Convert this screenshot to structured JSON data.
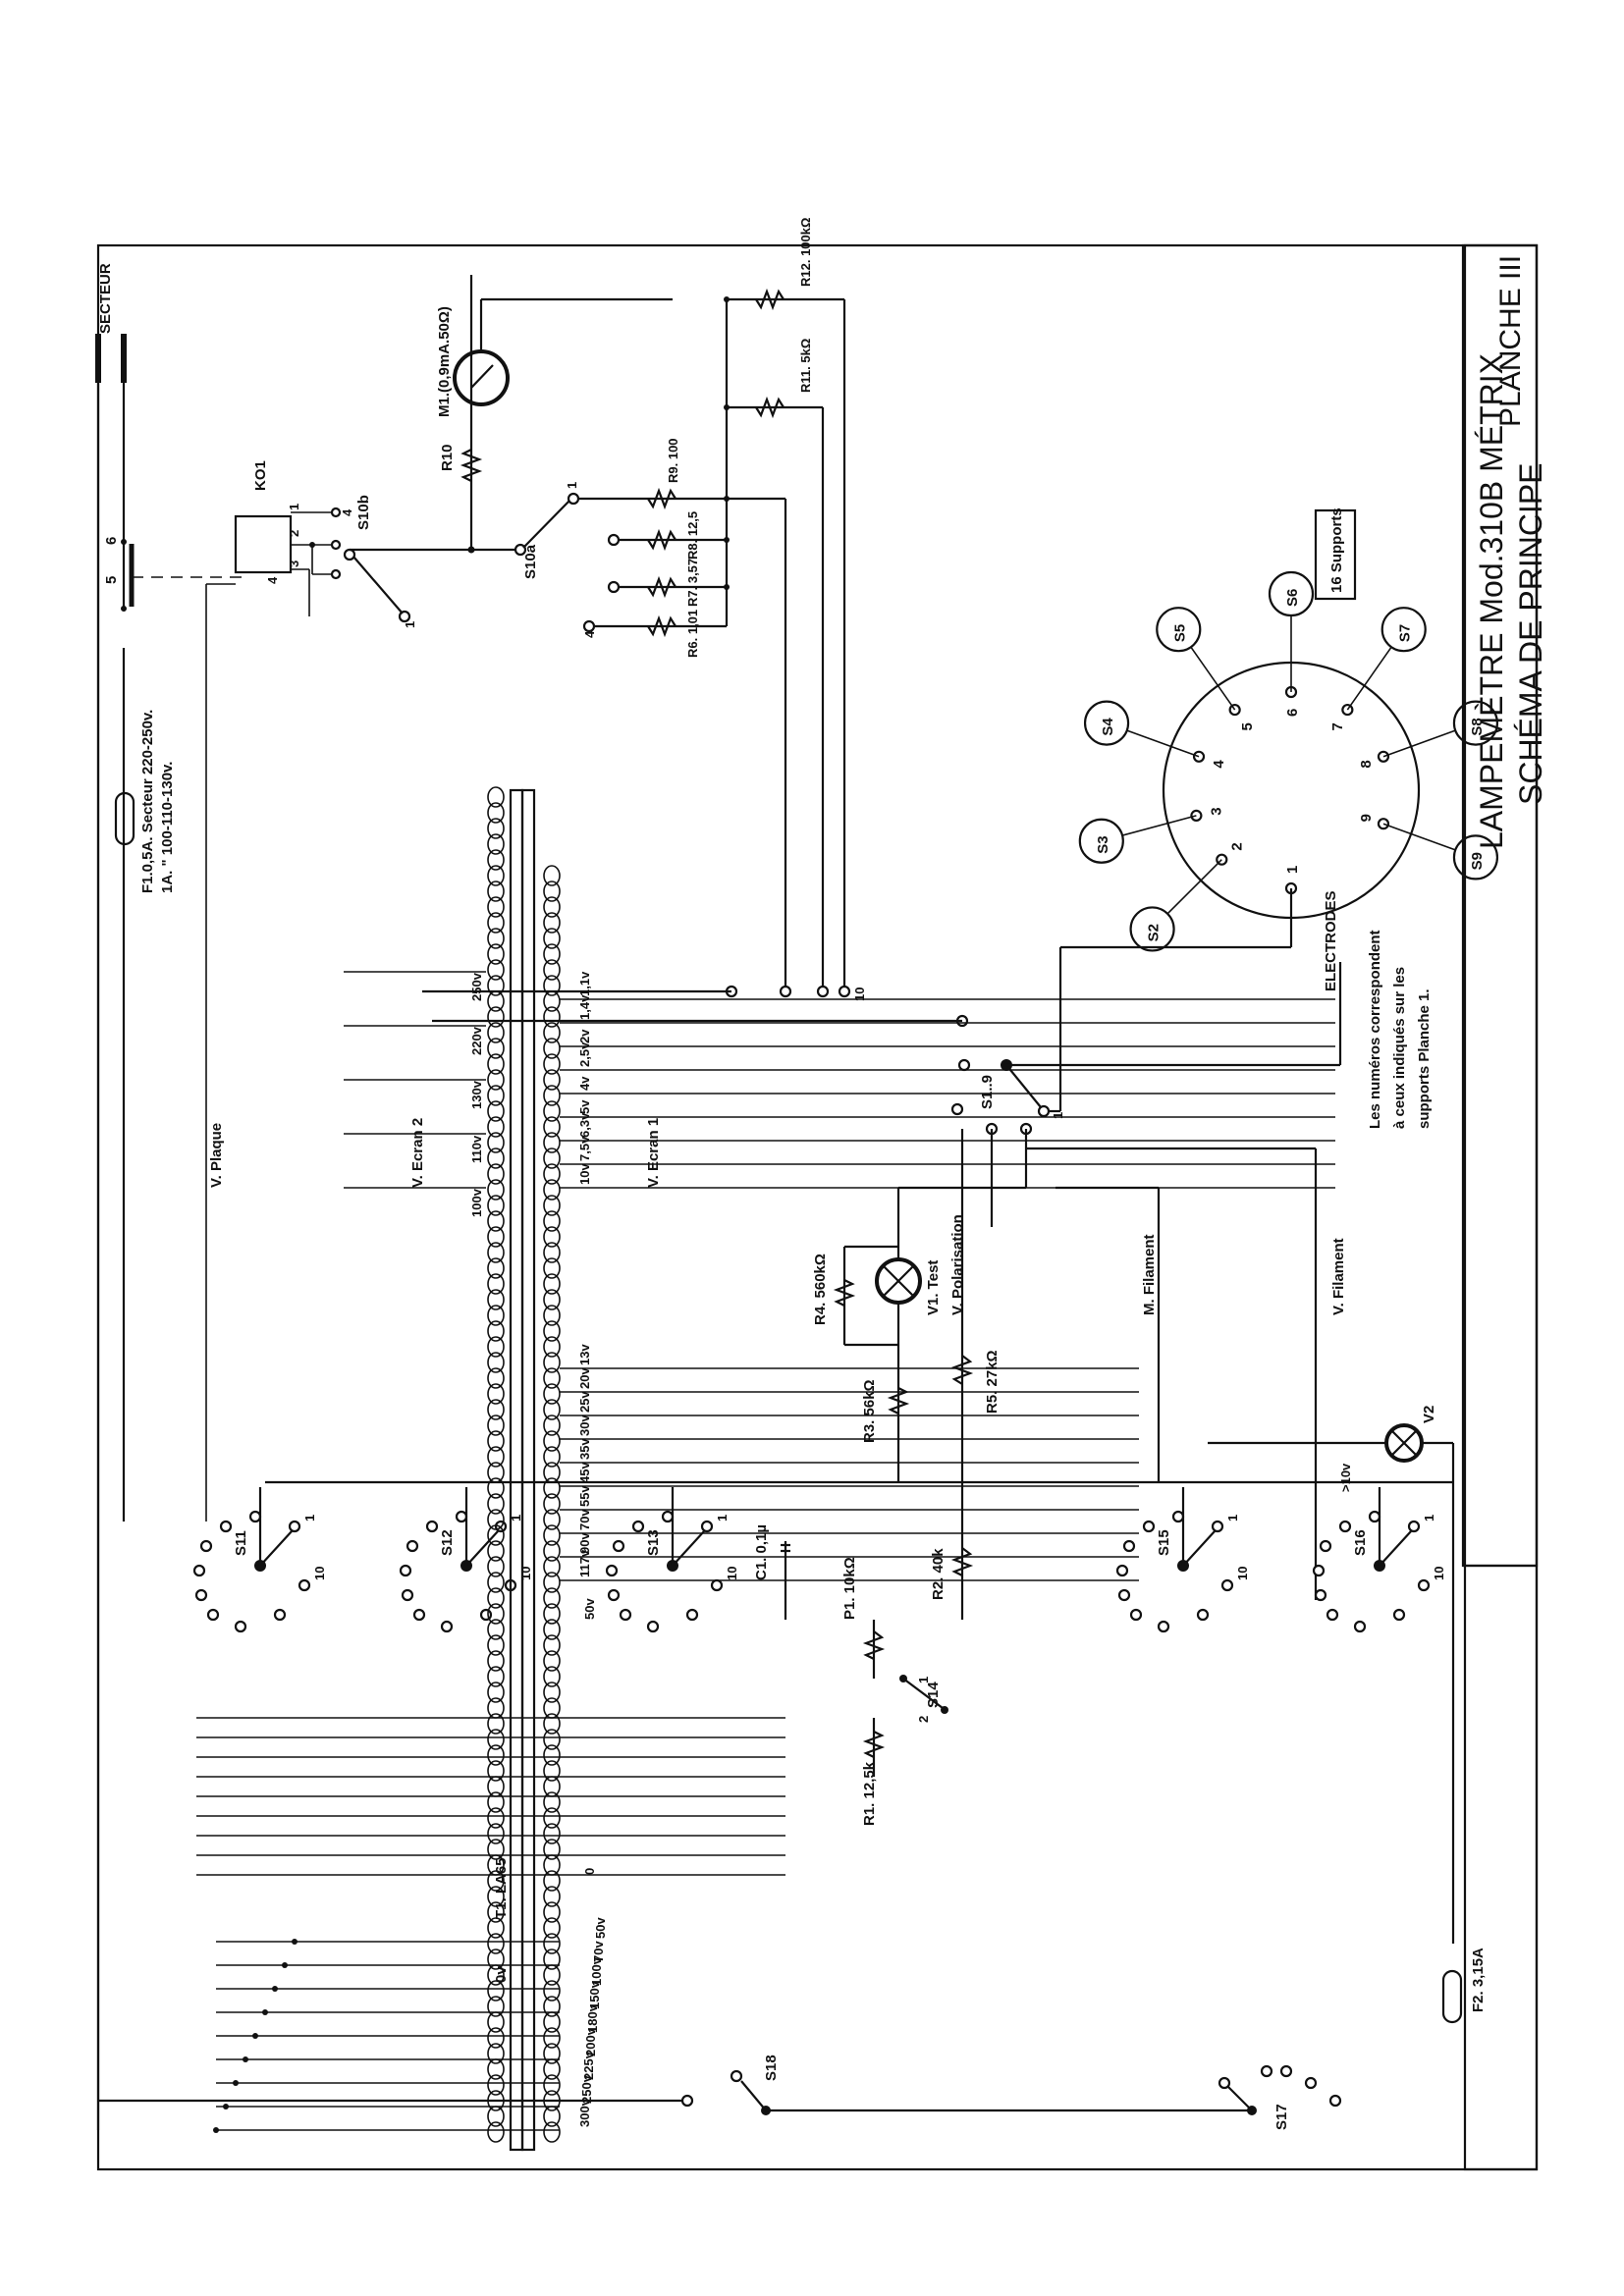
{
  "title_block": {
    "plate": "PLANCHE III",
    "title_line1": "LAMPEMÈTRE  Mod.310B MÉTRIX",
    "title_line2": "SCHÉMA DE PRINCIPE"
  },
  "mains": {
    "label": "SECTEUR",
    "contact_5": "5",
    "contact_6": "6",
    "fuse_f1": "F1.0,5A. Secteur 220-250v.",
    "fuse_f1_alt": "1A.   \"      100-110-130v."
  },
  "relay": {
    "label": "KO1",
    "pins": [
      "1",
      "2",
      "3",
      "4"
    ],
    "out_4": "4"
  },
  "meter": {
    "m1": "M1.(0,9mA.50Ω)",
    "r10": "R10",
    "s10a": "S10a",
    "s10b": "S10b",
    "s10a_pos1": "1",
    "s10a_pos4": "4",
    "s10b_pos1": "1",
    "r12": "R12. 100kΩ",
    "r11": "R11. 5kΩ",
    "r9": "R9. 100",
    "r8": "R8. 12,5",
    "r7": "R7. 3,57",
    "r6": "R6. 1,01"
  },
  "selector_s1_9": {
    "label": "S1..9",
    "pos1": "1",
    "pos10": "10"
  },
  "socket": {
    "title": "ELECTRODES",
    "note_line1": "Les numéros correspondent",
    "note_line2": "à ceux indiqués sur les",
    "note_line3": "supports Planche 1.",
    "supports_box": "16 Supports",
    "pins": [
      "1",
      "2",
      "3",
      "4",
      "5",
      "6",
      "7",
      "8",
      "9"
    ],
    "switches": [
      "S2",
      "S3",
      "S4",
      "S5",
      "S6",
      "S7",
      "S8",
      "S9"
    ]
  },
  "test_circuit": {
    "v_polarisation": "V. Polarisation",
    "r4": "R4. 560kΩ",
    "v1": "V1. Test",
    "r3": "R3. 56kΩ",
    "r5": "R5. 27kΩ",
    "m_filament": "M. Filament",
    "v_filament": "V. Filament",
    "v2": "V2",
    "v_ecran1": "V. Ecran 1",
    "v_ecran2": "V. Ecran 2",
    "v_plaque": "V. Plaque"
  },
  "voltage_switches": {
    "s11": "S11",
    "s12": "S12",
    "s13": "S13",
    "s14": "S14",
    "s15": "S15",
    "s16": "S16",
    "s17": "S17",
    "s18": "S18",
    "pos1": "1",
    "pos2": "2",
    "pos10": "10",
    "s16_note": ">10v",
    "c1": "C1. 0,1µ",
    "p1": "P1. 10kΩ",
    "r2": "R2. 40k",
    "r1": "R1. 12,5k"
  },
  "transformer": {
    "label": "T1. LA65",
    "primary_zero": "0v",
    "primary_taps": [
      "100v",
      "110v",
      "130v",
      "220v",
      "250v"
    ],
    "ht_taps": [
      "300v",
      "250v",
      "225v",
      "200v",
      "180v",
      "150v",
      "100v",
      "70v",
      "50v"
    ],
    "ht_zero": "0",
    "ht_neg": "50v",
    "mid_taps": [
      "117v",
      "90v",
      "70v",
      "55v",
      "45v",
      "35v",
      "30v",
      "25v",
      "20v",
      "13v"
    ],
    "fil_taps": [
      "10v",
      "7,5v",
      "6,3v",
      "5v",
      "4v",
      "2,5v",
      "2v",
      "1,4v",
      "1,1v"
    ],
    "fuse_f2": "F2. 3,15A"
  }
}
